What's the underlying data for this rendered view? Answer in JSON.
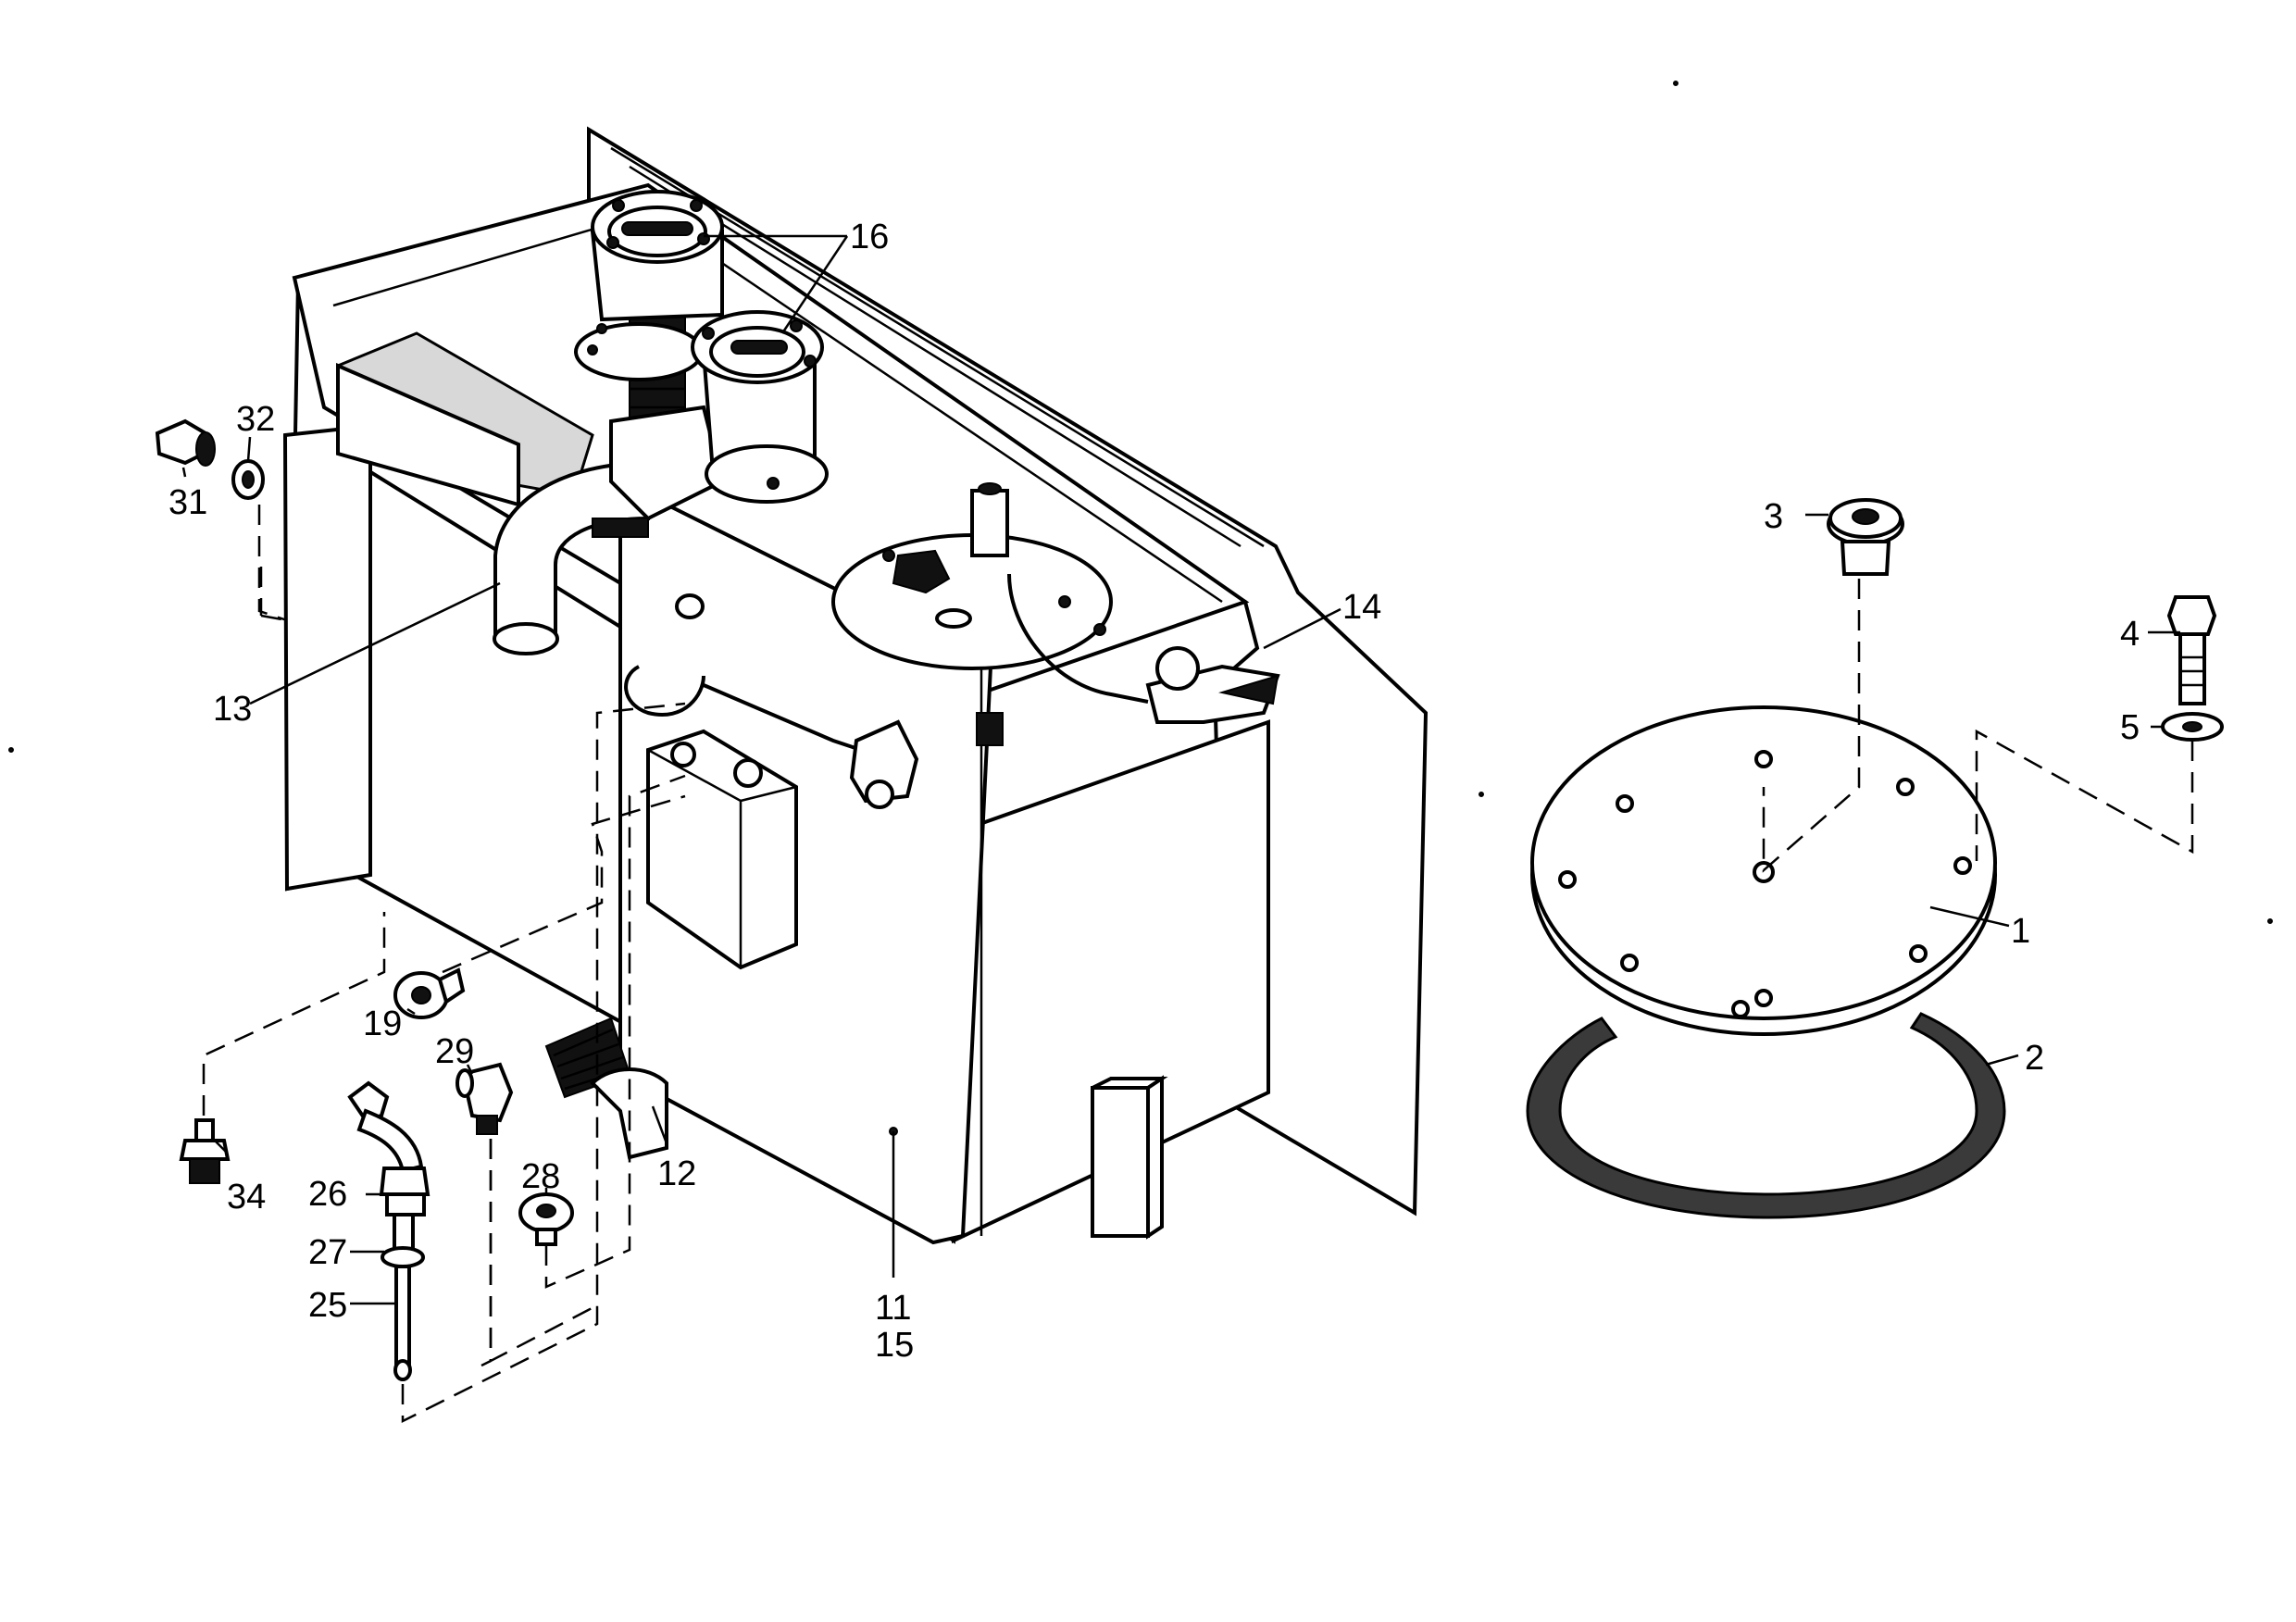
{
  "labels": {
    "l1": "1",
    "l2": "2",
    "l3": "3",
    "l4": "4",
    "l5": "5",
    "l11": "11",
    "l12": "12",
    "l13": "13",
    "l14": "14",
    "l15": "15",
    "l16": "16",
    "l19": "19",
    "l25": "25",
    "l26": "26",
    "l27": "27",
    "l28": "28",
    "l29": "29",
    "l31": "31",
    "l32": "32",
    "l34": "34"
  },
  "icons": {
    "tank": "hydraulic-tank-icon",
    "filter": "filter-housing-icon",
    "cover": "cover-plate-icon",
    "gasket": "gasket-ring-icon"
  }
}
